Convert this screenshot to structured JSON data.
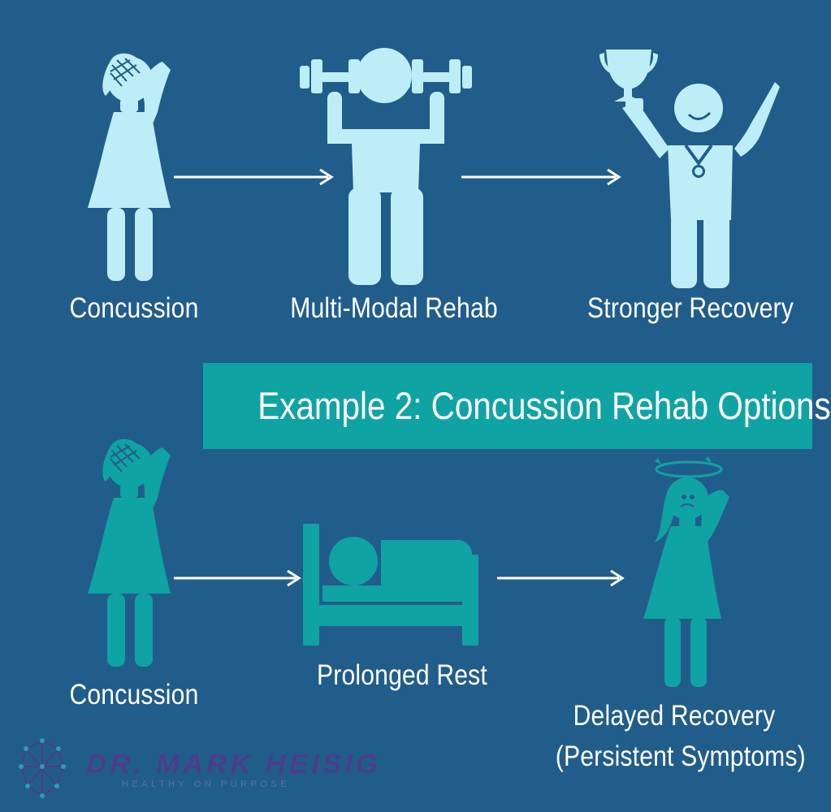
{
  "banner": {
    "title": "Example 2: Concussion Rehab Options"
  },
  "top_row": {
    "step1_label": "Concussion",
    "step2_label": "Multi-Modal Rehab",
    "step3_label": "Stronger Recovery"
  },
  "bottom_row": {
    "step1_label": "Concussion",
    "step2_label": "Prolonged Rest",
    "step3_label_line1": "Delayed Recovery",
    "step3_label_line2": "(Persistent Symptoms)"
  },
  "brand": {
    "name": "DR. MARK HEISIG",
    "tagline": "HEALTHY ON PURPOSE"
  },
  "colors": {
    "background": "#215d8b",
    "top_figures": "#bdeef7",
    "bottom_figures": "#10a3a3",
    "banner": "#10a3a3",
    "arrows": "#ffffff",
    "brand": "#4b3d8c"
  }
}
